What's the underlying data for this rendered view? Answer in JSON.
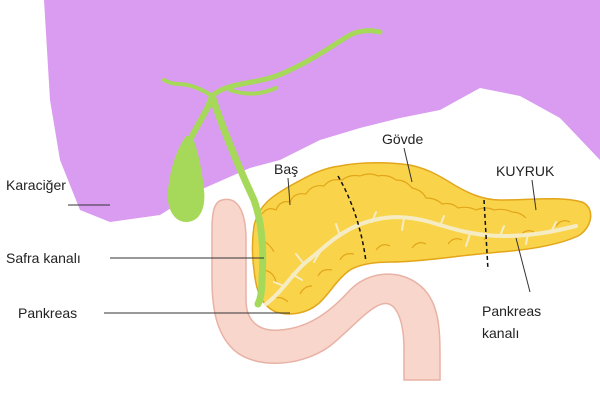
{
  "labels": {
    "liver": "Karaciğer",
    "bile_duct": "Safra kanalı",
    "pancreas": "Pankreas",
    "head": "Baş",
    "body": "Gövde",
    "tail": "KUYRUK",
    "pancreatic_duct_line1": "Pankreas",
    "pancreatic_duct_line2": "kanalı"
  },
  "colors": {
    "liver": "#d99cf0",
    "gallbladder": "#a6d95a",
    "bile_duct": "#a6d95a",
    "pancreas": "#f9d44a",
    "pancreas_outline": "#e3a51a",
    "pancreatic_duct": "#f6ecc4",
    "duodenum": "#f8d6cc",
    "duodenum_outline": "#e8b2a4",
    "text": "#222222",
    "leader": "#333333"
  }
}
